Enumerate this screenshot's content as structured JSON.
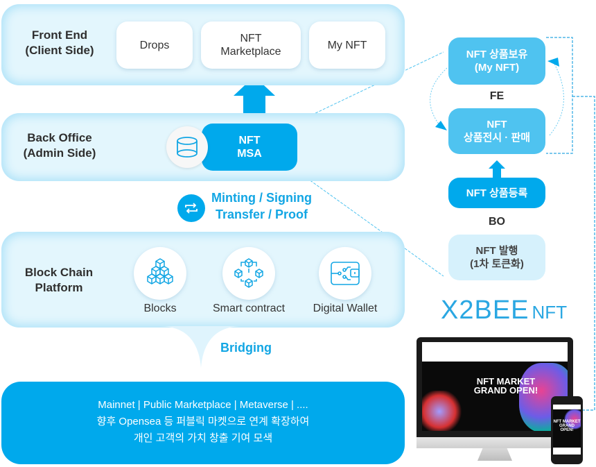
{
  "layers": {
    "front_end": {
      "title_line1": "Front End",
      "title_line2": "(Client Side)",
      "cards": [
        {
          "line1": "Drops",
          "line2": ""
        },
        {
          "line1": "NFT",
          "line2": "Marketplace"
        },
        {
          "line1": "My NFT",
          "line2": ""
        }
      ]
    },
    "back_office": {
      "title_line1": "Back Office",
      "title_line2": "(Admin Side)",
      "msa_line1": "NFT",
      "msa_line2": "MSA",
      "db_icon": "database-icon"
    },
    "process": {
      "line1": "Minting / Signing",
      "line2": "Transfer / Proof",
      "icon": "sync-icon"
    },
    "block_chain": {
      "title_line1": "Block Chain",
      "title_line2": "Platform",
      "items": [
        {
          "label": "Blocks",
          "icon": "blocks-icon"
        },
        {
          "label": "Smart contract",
          "icon": "smart-contract-icon"
        },
        {
          "label": "Digital Wallet",
          "icon": "digital-wallet-icon"
        }
      ]
    },
    "bridging": "Bridging",
    "public": {
      "line1": "Mainnet | Public Marketplace | Metaverse | ....",
      "line2": "향후 Opensea 등 퍼블릭 마켓으로 연계 확장하여",
      "line3": "개인 고객의 가치 창출 기여 모색"
    }
  },
  "flow": {
    "fe_label": "FE",
    "bo_label": "BO",
    "my_nft": {
      "line1": "NFT 상품보유",
      "line2": "(My NFT)"
    },
    "display_sale": {
      "line1": "NFT",
      "line2": "상품전시 · 판매"
    },
    "register": "NFT 상품등록",
    "issue": {
      "line1": "NFT 발행",
      "line2": "(1차 토큰화)"
    }
  },
  "brand": {
    "logo_main": "X2BEE",
    "logo_sub": "NFT"
  },
  "screens": {
    "monitor_headline_1": "NFT MARKET",
    "monitor_headline_2": "GRAND OPEN!",
    "phone_headline_1": "NFT MARKET",
    "phone_headline_2": "GRAND OPEN!"
  },
  "colors": {
    "primary": "#00a9ec",
    "light_panel": "#e3f6fd",
    "flow_box": "#4fc3f0",
    "flow_box_light": "#d6f1fc",
    "text_dark": "#2d2d2d",
    "accent_text": "#12a6e4"
  }
}
